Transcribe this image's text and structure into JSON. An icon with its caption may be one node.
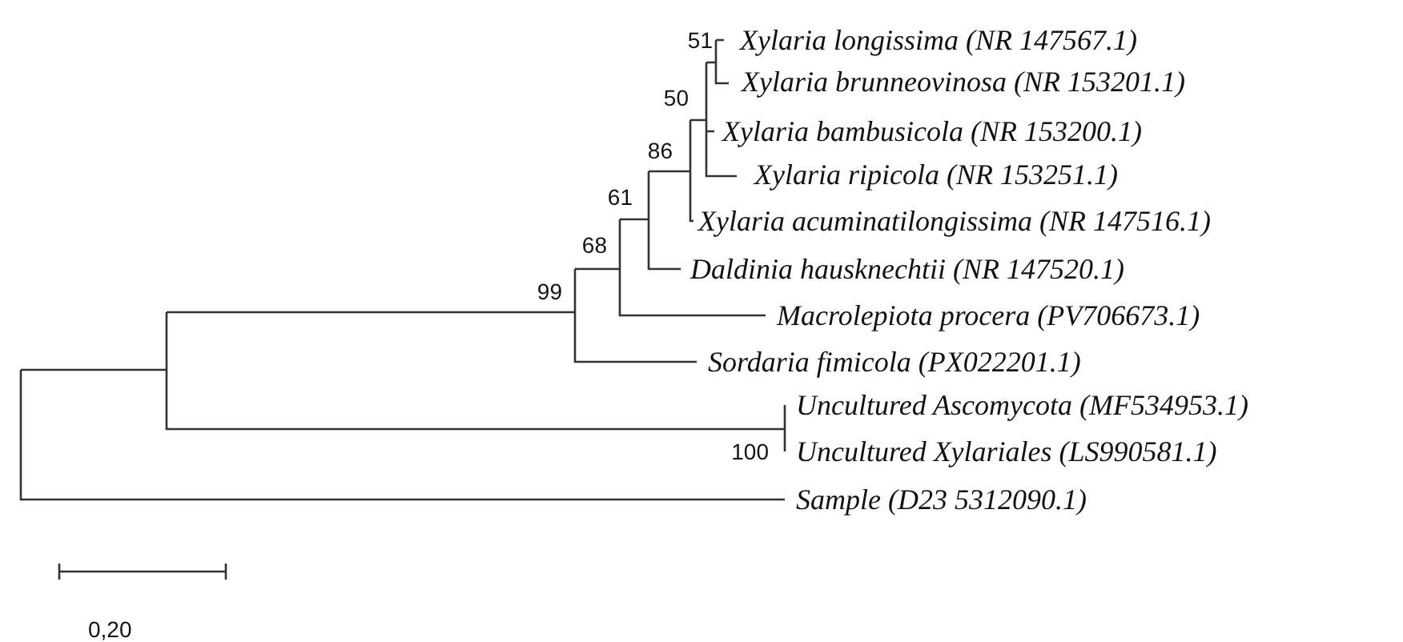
{
  "diagram": {
    "nodes": [
      {
        "text": [
          "Xylaria longissima (NR 147567.1)"
        ]
      },
      {
        "text": [
          "Xylaria brunneovinosa (NR 153201.1)"
        ]
      },
      {
        "text": [
          "Xylaria bambusicola (NR 153200.1)"
        ]
      },
      {
        "text": [
          "Xylaria ripicola (NR 153251.1)"
        ]
      },
      {
        "text": [
          "Xylaria acuminatilongissima (NR 147516.1)"
        ]
      },
      {
        "text": [
          "Daldinia hausknechtii (NR 147520.1)"
        ]
      },
      {
        "text": [
          "Macrolepiota procera (PV706673.1)"
        ]
      },
      {
        "text": [
          "Sordaria fimicola (PX022201.1)"
        ]
      },
      {
        "text": [
          "Uncultured Ascomycota (MF534953.1)"
        ]
      },
      {
        "text": [
          "Uncultured Xylariales (LS990581.1)"
        ]
      },
      {
        "text": [
          "Sample (D23 5312090.1)"
        ]
      }
    ],
    "edges": [],
    "labels": [
      "51",
      "50",
      "86",
      "61",
      "68",
      "99",
      "100",
      "0,20"
    ]
  }
}
